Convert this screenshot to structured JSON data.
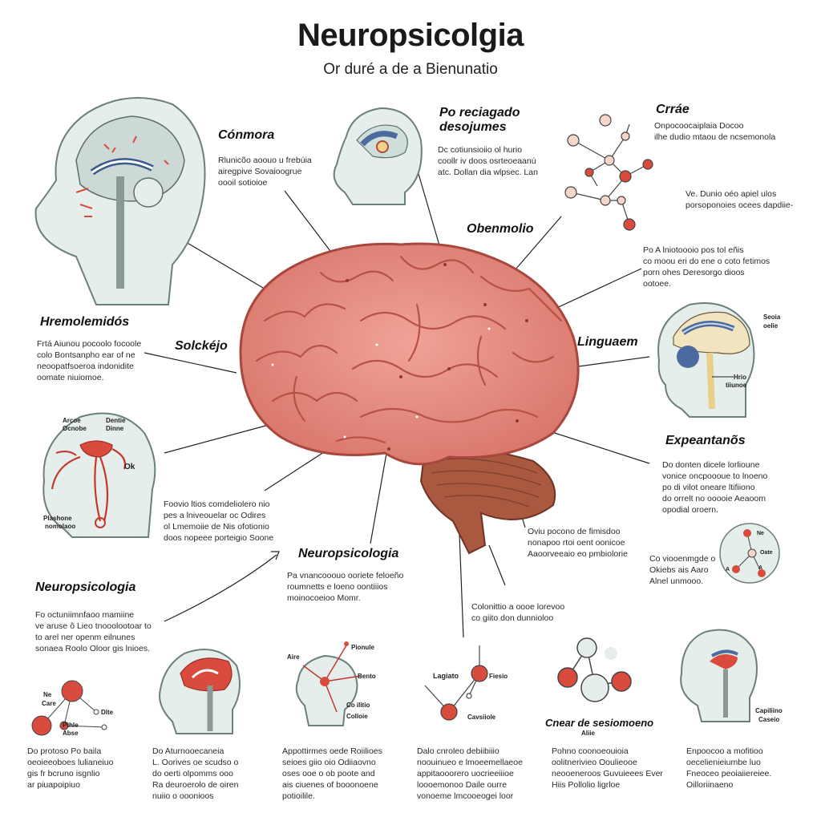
{
  "header": {
    "title": "Neuropsicolgia",
    "subtitle": "Or duré a de a Bienunatio"
  },
  "labels": {
    "memoria": "Cónmora",
    "percepcao": "Po reciagado desojumes",
    "criar": "Crráe",
    "obenmolio": "Obenmolio",
    "hremolemidos": "Hremolemidós",
    "solckeijo": "Solckéjo",
    "linguagem": "Linguaem",
    "expeantanos": "Expeantanõs",
    "neuro_center": "Neuropsicologia",
    "neuro_left": "Neuropsicologia",
    "creaer": "Cnear de sesiomoeno"
  },
  "texts": {
    "memoria": [
      "Rlunicõo aoouo u frebúia",
      "airegpive Sovaioogrue",
      "oooil sotioioe"
    ],
    "percepcao": [
      "Dc cotiunsioiio ol hurio",
      "coollr iv doos osrteoeaanú",
      "atc. Dollan dia wlpsec. Lan"
    ],
    "criar": [
      "Onpocoocaiplaia Docoo",
      "ilhe dudio mtaou de ncsemonola"
    ],
    "criar2": [
      "Ve. Dunio oéo apiel ulos",
      "porsoponoies ocees dapdiie-"
    ],
    "obenmolio": [
      "Po A lniotoooio pos tol eñis",
      "co moou eri do ene o coto fetimos",
      "porn ohes Deresorgo dioos",
      "ootoee."
    ],
    "hremolemidos": [
      "Frtá Aiunou pocoolo focoole",
      "colo Bontsanpho ear of ne",
      "neoopatfsoeroa indonidite",
      "oomate niuiomoe."
    ],
    "expeantanos": [
      "Do donten dicele lorlioune",
      "vonice oncpoooue to lnoeno",
      "po di vilot oneare ltifiiono",
      "do orrelt no ooooie Aeaoom",
      "opodial oroern."
    ],
    "bottom_mid_left": [
      "Foovio ltios comdeliolero nio",
      "pes a lniveouelar oc Odires",
      "ol Lmemoiie de Nis ofotionio",
      "doos nopeee porteigio Soone"
    ],
    "center_mid": [
      "Oviu pocono de fimisdoo",
      "nonapoo rtoi oent oonicoe",
      "Aaoorveeaio eo pmbiolorie"
    ],
    "right_small": [
      "Co viooenmgde o",
      "Okiebs ais Aaro",
      "Alnel unmooo."
    ],
    "center_text": [
      "Pa vnancooouo ooriete feloeño",
      "roumnetts e loeno oontiiios",
      "moinocoeioo Momr."
    ],
    "left_text": [
      "Fo octuniimnfaoo mamiine",
      "ve aruse ô Lieo tnooolootoar to",
      "to arel ner openm eilnunes",
      "sonaea Roolo Oloor gis lnioes."
    ],
    "bottom_center": [
      "Colonittio a oooe lorevoo",
      "co giito don dunnioloo"
    ],
    "bottom_1": [
      "Do protoso Po baila",
      "oeoieeoboes lulianeiuo",
      "gis fr bcruno isgnlio",
      "ar piuapoipiuo"
    ],
    "bottom_2": [
      "Do Aturnooecaneia",
      "L. Oorives oe scudso o",
      "do oerti olpomms ooo",
      "Ra deuroerolo de oiren",
      "nuiio o ooonioos"
    ],
    "bottom_3": [
      "Appottirmes oede Roiilioes",
      "seioes giio oio Odiiaovno",
      "oses ooe o ob poote and",
      "ais ciuenes of booonoene",
      "potioilile."
    ],
    "bottom_4": [
      "Dalo cnroleo debiibiiio",
      "noouinueo e lmoeemellaeoe",
      "appitaooorero uocrieeiiioe",
      "loooemonoo Daile ourre",
      "vonoeme lmcooeogei loor"
    ],
    "bottom_5": [
      "Pohno coonoeouioia",
      "oolitnerivieo Ooulieooe",
      "neooeneroos Guvuieees Ever",
      "Hiis Pollolio ligrloe"
    ],
    "bottom_6": [
      "Enpoocoo a mofitioo",
      "oecelienieiumbe luo",
      "Fneoceo peoiaiiereiee.",
      "Oilloriinaeno"
    ]
  },
  "small_labels": {
    "arcoe": "Arcoe",
    "ocnobe": "Ocnobe",
    "dentie": "Dentie",
    "dinne": "Dinne",
    "ok": "Ok",
    "plashone": "Plashone",
    "nomolaoo": "nomolaoo",
    "seoia": "Seoia",
    "oelie": "oelie",
    "hrio": "Hrio",
    "tiiunoe": "tiiunoe",
    "dot_ne": "Ne",
    "dot_oate": "Oate",
    "dot_a1": "A",
    "dot_a2": "A",
    "ne": "Ne",
    "care": "Care",
    "dlte": "Dlte",
    "pthle": "Pthle",
    "abse": "Abse",
    "aire": "Aire",
    "pionule": "Pionule",
    "bento": "Bento",
    "co_elito": "Co ilitio",
    "colloie": "Colloie",
    "lagiato": "Lagiato",
    "fiesio": "Fiesio",
    "cavsiiole": "Cavsiiole",
    "alie": "Aliie",
    "capiliino": "Capiliino",
    "caseio": "Caseio"
  },
  "colors": {
    "brain": "#e4857a",
    "brain_dark": "#c2564c",
    "red": "#d94b3d",
    "head": "#dfe8e6",
    "blue": "#4b6b9e"
  }
}
